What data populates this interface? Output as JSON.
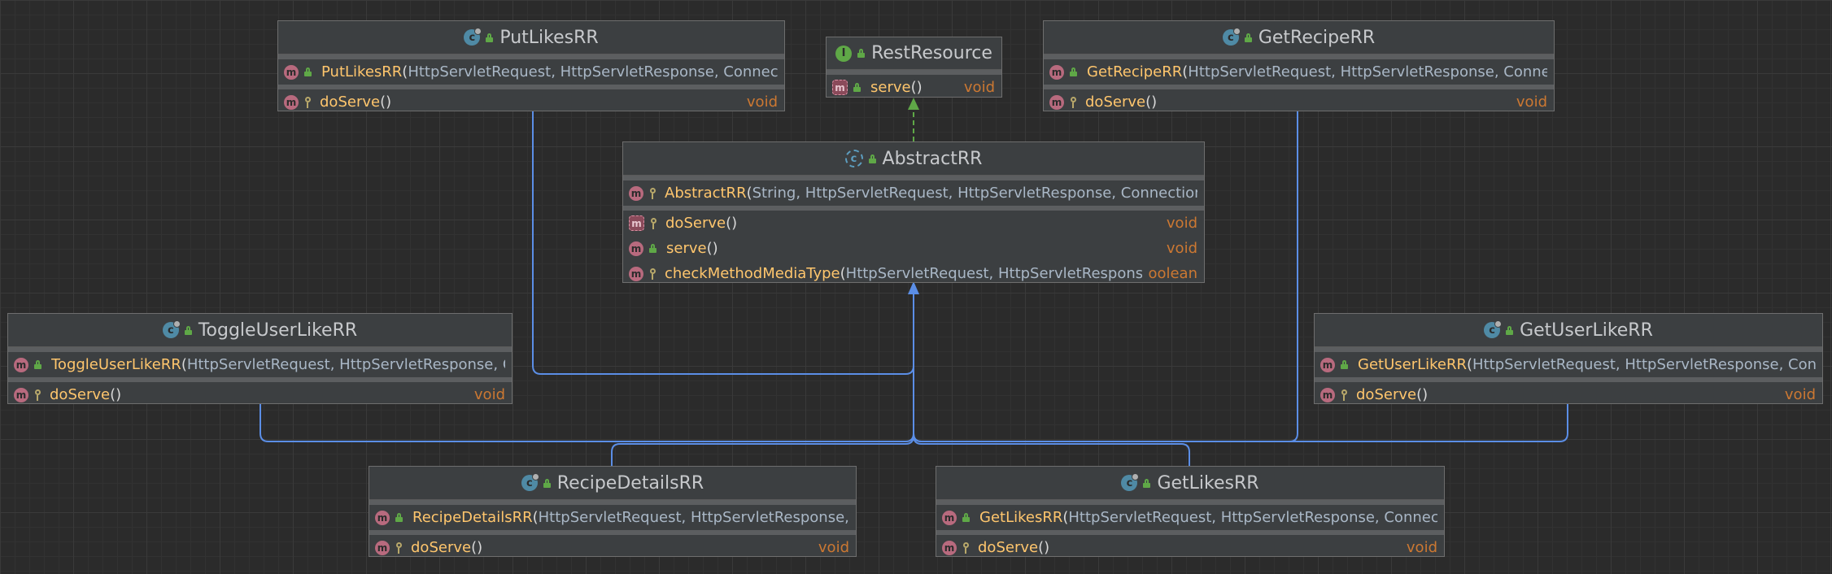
{
  "nodes": {
    "put_likes": {
      "name": "PutLikesRR",
      "kind": "class",
      "constructor": {
        "name": "PutLikesRR",
        "params": "HttpServletRequest, HttpServletResponse, Connection",
        "visibility": "public"
      },
      "methods": [
        {
          "name": "doServe",
          "params": "",
          "visibility": "protected",
          "return_type": "void"
        }
      ]
    },
    "rest_resource": {
      "name": "RestResource",
      "kind": "interface",
      "methods": [
        {
          "name": "serve",
          "params": "",
          "visibility": "public",
          "return_type": "void",
          "abstract": true
        }
      ]
    },
    "get_recipe": {
      "name": "GetRecipeRR",
      "kind": "class",
      "constructor": {
        "name": "GetRecipeRR",
        "params": "HttpServletRequest, HttpServletResponse, Connection",
        "visibility": "public"
      },
      "methods": [
        {
          "name": "doServe",
          "params": "",
          "visibility": "protected",
          "return_type": "void"
        }
      ]
    },
    "abstract_rr": {
      "name": "AbstractRR",
      "kind": "abstract",
      "constructor": {
        "name": "AbstractRR",
        "params": "String, HttpServletRequest, HttpServletResponse, Connection",
        "visibility": "protected"
      },
      "methods": [
        {
          "name": "doServe",
          "params": "",
          "visibility": "protected",
          "return_type": "void",
          "abstract": true
        },
        {
          "name": "serve",
          "params": "",
          "visibility": "public",
          "return_type": "void"
        },
        {
          "name": "checkMethodMediaType",
          "params": "HttpServletRequest, HttpServletResponse",
          "visibility": "protected",
          "return_type": "boolean"
        }
      ]
    },
    "toggle_user_like": {
      "name": "ToggleUserLikeRR",
      "kind": "class",
      "constructor": {
        "name": "ToggleUserLikeRR",
        "params": "HttpServletRequest, HttpServletResponse, Connection",
        "visibility": "public"
      },
      "methods": [
        {
          "name": "doServe",
          "params": "",
          "visibility": "protected",
          "return_type": "void"
        }
      ]
    },
    "get_user_like": {
      "name": "GetUserLikeRR",
      "kind": "class",
      "constructor": {
        "name": "GetUserLikeRR",
        "params": "HttpServletRequest, HttpServletResponse, Connection",
        "visibility": "public"
      },
      "methods": [
        {
          "name": "doServe",
          "params": "",
          "visibility": "protected",
          "return_type": "void"
        }
      ]
    },
    "recipe_details": {
      "name": "RecipeDetailsRR",
      "kind": "class",
      "constructor": {
        "name": "RecipeDetailsRR",
        "params": "HttpServletRequest, HttpServletResponse, Connection",
        "visibility": "public"
      },
      "methods": [
        {
          "name": "doServe",
          "params": "",
          "visibility": "protected",
          "return_type": "void"
        }
      ]
    },
    "get_likes": {
      "name": "GetLikesRR",
      "kind": "class",
      "constructor": {
        "name": "GetLikesRR",
        "params": "HttpServletRequest, HttpServletResponse, Connection",
        "visibility": "public"
      },
      "methods": [
        {
          "name": "doServe",
          "params": "",
          "visibility": "protected",
          "return_type": "void"
        }
      ]
    }
  },
  "edges": [
    {
      "from": "put_likes",
      "to": "abstract_rr",
      "type": "extends"
    },
    {
      "from": "get_recipe",
      "to": "abstract_rr",
      "type": "extends"
    },
    {
      "from": "toggle_user_like",
      "to": "abstract_rr",
      "type": "extends"
    },
    {
      "from": "get_user_like",
      "to": "abstract_rr",
      "type": "extends"
    },
    {
      "from": "recipe_details",
      "to": "abstract_rr",
      "type": "extends"
    },
    {
      "from": "get_likes",
      "to": "abstract_rr",
      "type": "extends"
    },
    {
      "from": "abstract_rr",
      "to": "rest_resource",
      "type": "implements"
    }
  ],
  "colors": {
    "extends": "#5b8ee6",
    "implements": "#5fa847",
    "return_type": "#cc7832",
    "method_name": "#ffc66d"
  }
}
